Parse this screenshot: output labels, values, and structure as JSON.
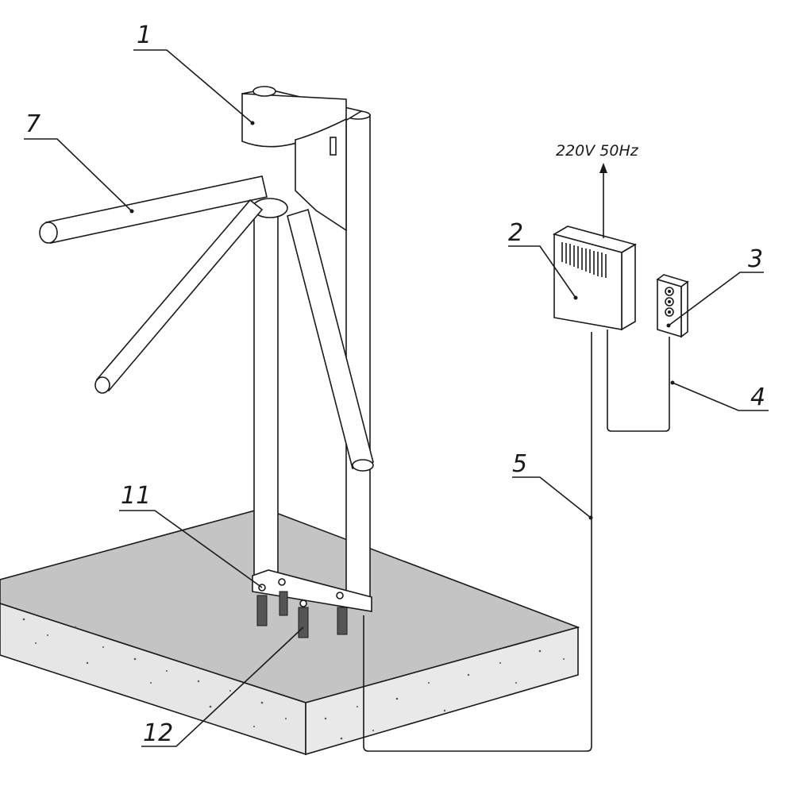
{
  "diagram": {
    "power_label": "220V 50Hz",
    "callouts": [
      {
        "id": "1",
        "text": "1"
      },
      {
        "id": "2",
        "text": "2"
      },
      {
        "id": "3",
        "text": "3"
      },
      {
        "id": "4",
        "text": "4"
      },
      {
        "id": "5",
        "text": "5"
      },
      {
        "id": "7",
        "text": "7"
      },
      {
        "id": "11",
        "text": "11"
      },
      {
        "id": "12",
        "text": "12"
      }
    ]
  }
}
